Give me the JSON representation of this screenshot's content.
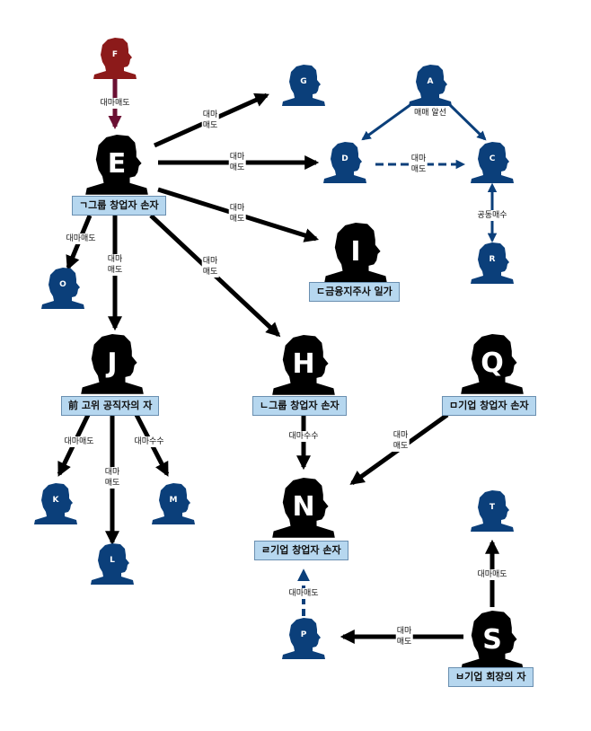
{
  "persons": {
    "A": "A",
    "C": "C",
    "D": "D",
    "E": "E",
    "F": "F",
    "G": "G",
    "H": "H",
    "I": "I",
    "J": "J",
    "K": "K",
    "L": "L",
    "M": "M",
    "N": "N",
    "O": "O",
    "P": "P",
    "Q": "Q",
    "R": "R",
    "S": "S",
    "T": "T"
  },
  "descriptions": {
    "E": "ㄱ그룹 창업자 손자",
    "I": "ㄷ금융지주사 일가",
    "J": "前 고위 공직자의 자",
    "H": "ㄴ그룹 창업자 손자",
    "Q": "ㅁ기업 창업자 손자",
    "N": "ㄹ기업 창업자 손자",
    "S": "ㅂ기업 회장의 자"
  },
  "edges": {
    "F_E": "대마매도",
    "E_G": "대마\n매도",
    "E_D": "대마\n매도",
    "E_I": "대마\n매도",
    "E_O": "대마매도",
    "E_J": "대마\n매도",
    "E_H": "대마\n매도",
    "A_DC": "매매 알선",
    "D_C": "대마\n매도",
    "C_R": "공동매수",
    "J_K": "대마매도",
    "J_L": "대마\n매도",
    "J_M": "대마수수",
    "H_N": "대마수수",
    "Q_N": "대마\n매도",
    "P_N": "대마매도",
    "S_T": "대마매도",
    "S_P": "대마\n매도"
  },
  "colors": {
    "blue": "#0b3f7a",
    "black": "#000000",
    "red": "#8c1a1a",
    "box_fill": "#b6d7ef"
  }
}
